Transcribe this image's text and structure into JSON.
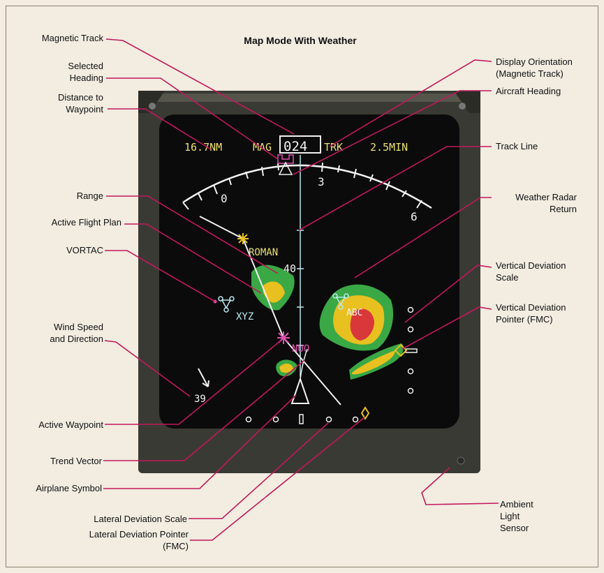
{
  "title": "Map Mode With Weather",
  "display": {
    "distance": "16.7NM",
    "mag": "MAG",
    "heading": "024",
    "trk": "TRK",
    "time": "2.5MIN",
    "scale_labels": [
      "0",
      "3",
      "6"
    ],
    "waypoint_roman": "ROMAN",
    "range_value": "40",
    "vortac_name": "XYZ",
    "active_wpt": "NUO",
    "wx_label": "ABC",
    "wind_value": "39"
  },
  "labels": {
    "magnetic_track": "Magnetic Track",
    "selected_heading": "Selected\nHeading",
    "distance_to_waypoint": "Distance to\nWaypoint",
    "range": "Range",
    "active_flight_plan": "Active Flight Plan",
    "vortac": "VORTAC",
    "wind": "Wind Speed\nand Direction",
    "active_waypoint": "Active Waypoint",
    "trend_vector": "Trend Vector",
    "airplane_symbol": "Airplane Symbol",
    "lateral_dev_scale": "Lateral Deviation Scale",
    "lateral_dev_pointer": "Lateral Deviation Pointer\n(FMC)",
    "display_orientation": "Display Orientation\n(Magnetic Track)",
    "aircraft_heading": "Aircraft Heading",
    "track_line": "Track Line",
    "weather_radar": "Weather Radar\nReturn",
    "vertical_dev_scale": "Vertical Deviation\nScale",
    "vertical_dev_pointer": "Vertical Deviation\nPointer (FMC)",
    "ambient_sensor": "Ambient\nLight\nSensor"
  },
  "colors": {
    "leader": "#c2185b",
    "screen": "#0b0b0b",
    "symbol_text": "#e8e070",
    "wx_green": "#3aa845",
    "wx_yellow": "#e8c020",
    "wx_red": "#d8383a",
    "magenta": "#e050b0"
  }
}
